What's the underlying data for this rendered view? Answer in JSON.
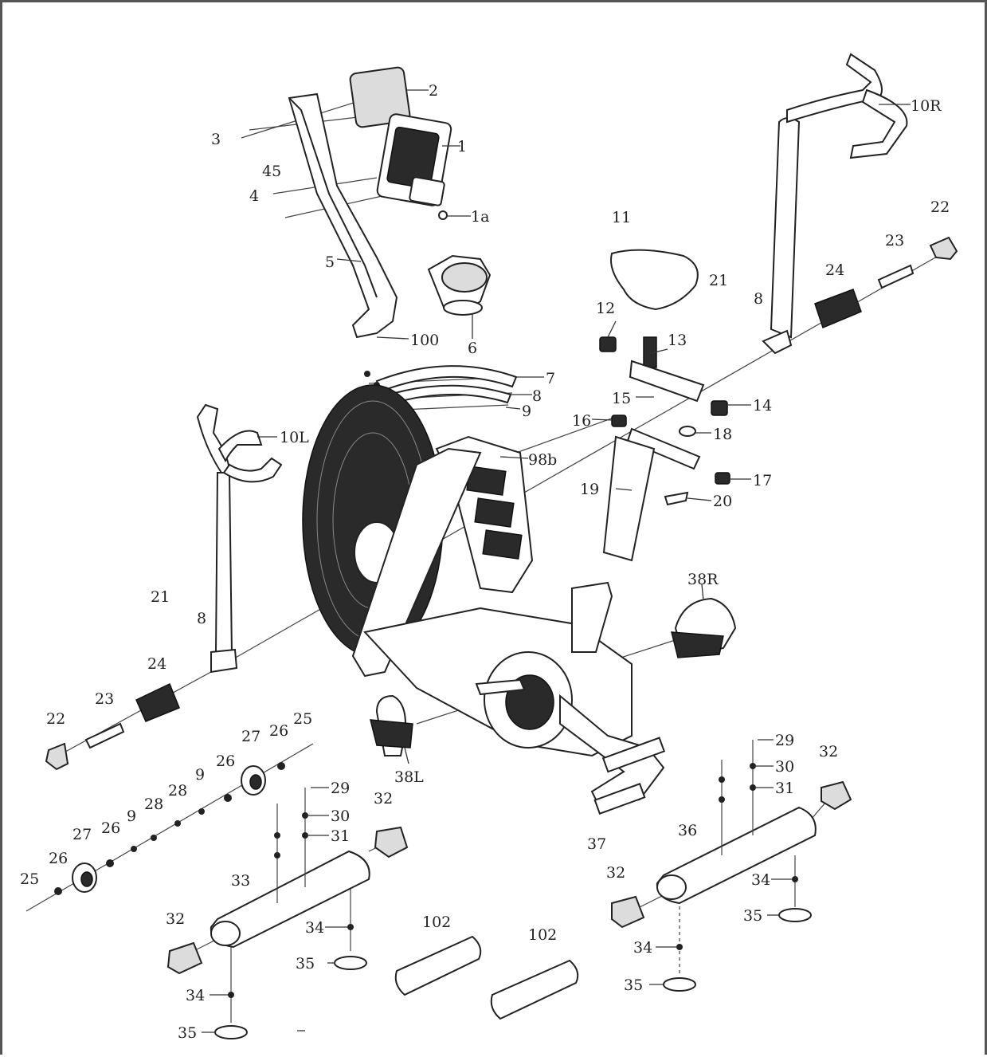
{
  "labels": {
    "p1": "1",
    "p1a": "1a",
    "p2": "2",
    "p3": "3",
    "p4": "4",
    "p5": "5",
    "p6": "6",
    "p7": "7",
    "p8a": "8",
    "p8b": "8",
    "p8c": "8",
    "p9a": "9",
    "p9b": "9",
    "p9c": "9",
    "p10l": "10L",
    "p10r": "10R",
    "p11": "11",
    "p12": "12",
    "p13": "13",
    "p14": "14",
    "p15": "15",
    "p16": "16",
    "p17": "17",
    "p18": "18",
    "p19": "19",
    "p20": "20",
    "p21a": "21",
    "p21b": "21",
    "p22a": "22",
    "p22b": "22",
    "p23a": "23",
    "p23b": "23",
    "p24a": "24",
    "p24b": "24",
    "p25a": "25",
    "p25b": "25",
    "p26a": "26",
    "p26b": "26",
    "p26c": "26",
    "p26d": "26",
    "p27a": "27",
    "p27b": "27",
    "p28a": "28",
    "p28b": "28",
    "p29a": "29",
    "p29b": "29",
    "p30a": "30",
    "p30b": "30",
    "p31a": "31",
    "p31b": "31",
    "p32a": "32",
    "p32b": "32",
    "p32c": "32",
    "p32d": "32",
    "p33": "33",
    "p34a": "34",
    "p34b": "34",
    "p34c": "34",
    "p34d": "34",
    "p35a": "35",
    "p35b": "35",
    "p35c": "35",
    "p35d": "35",
    "p36": "36",
    "p37": "37",
    "p38l": "38L",
    "p38r": "38R",
    "p45": "45",
    "p98b": "98b",
    "p100": "100",
    "p102a": "102",
    "p102b": "102"
  }
}
